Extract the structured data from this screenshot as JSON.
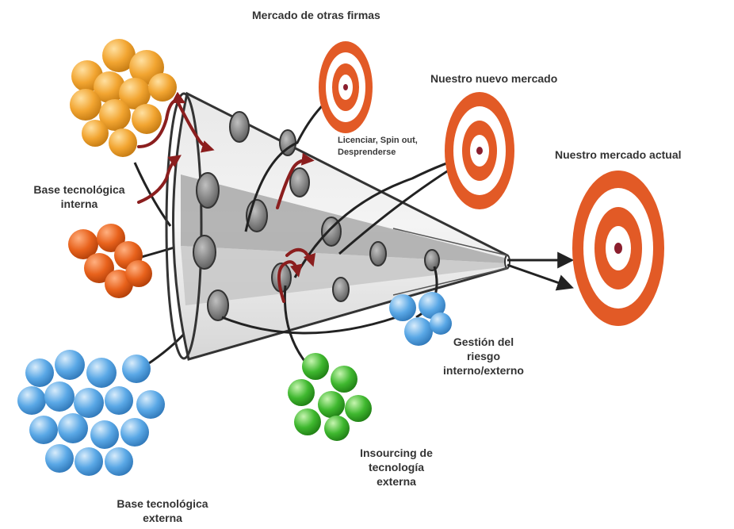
{
  "labels": {
    "other_firms_market": "Mercado de otras firmas",
    "new_market": "Nuestro nuevo mercado",
    "current_market": "Nuestro mercado actual",
    "licensing_line1": "Licenciar, Spin out,",
    "licensing_line2": "Desprenderse",
    "internal_base_line1": "Base tecnológica",
    "internal_base_line2": "interna",
    "external_base_line1": "Base tecnológica",
    "external_base_line2": "externa",
    "risk_line1": "Gestión del",
    "risk_line2": "riesgo",
    "risk_line3": "interno/externo",
    "insourcing_line1": "Insourcing de",
    "insourcing_line2": "tecnología",
    "insourcing_line3": "externa"
  },
  "colors": {
    "orange_yellow": "#f2a531",
    "orange_dark": "#e8621c",
    "blue": "#5aa8e6",
    "green": "#3fb82f",
    "target_red": "#e25a26",
    "arrow_red": "#8b1e1e",
    "funnel_gray": "#c8c8c8"
  }
}
